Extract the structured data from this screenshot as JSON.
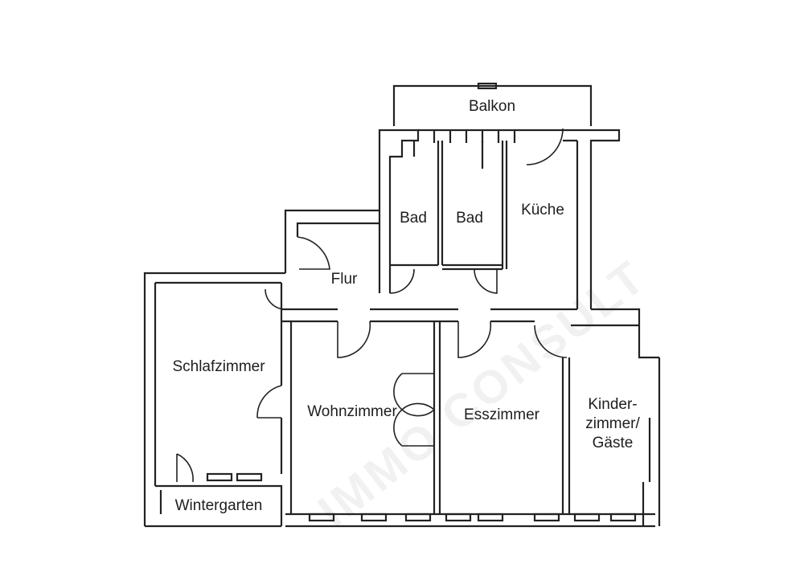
{
  "rooms": {
    "balkon": "Balkon",
    "bad1": "Bad",
    "bad2": "Bad",
    "kueche": "Küche",
    "flur": "Flur",
    "schlafzimmer": "Schlafzimmer",
    "wohnzimmer": "Wohnzimmer",
    "esszimmer": "Esszimmer",
    "kinderzimmer": "Kinder-\nzimmer/\nGäste",
    "wintergarten": "Wintergarten"
  },
  "watermark": "IMMO CONSULT",
  "colors": {
    "wall": "#222222",
    "text": "#1e1e1e"
  }
}
